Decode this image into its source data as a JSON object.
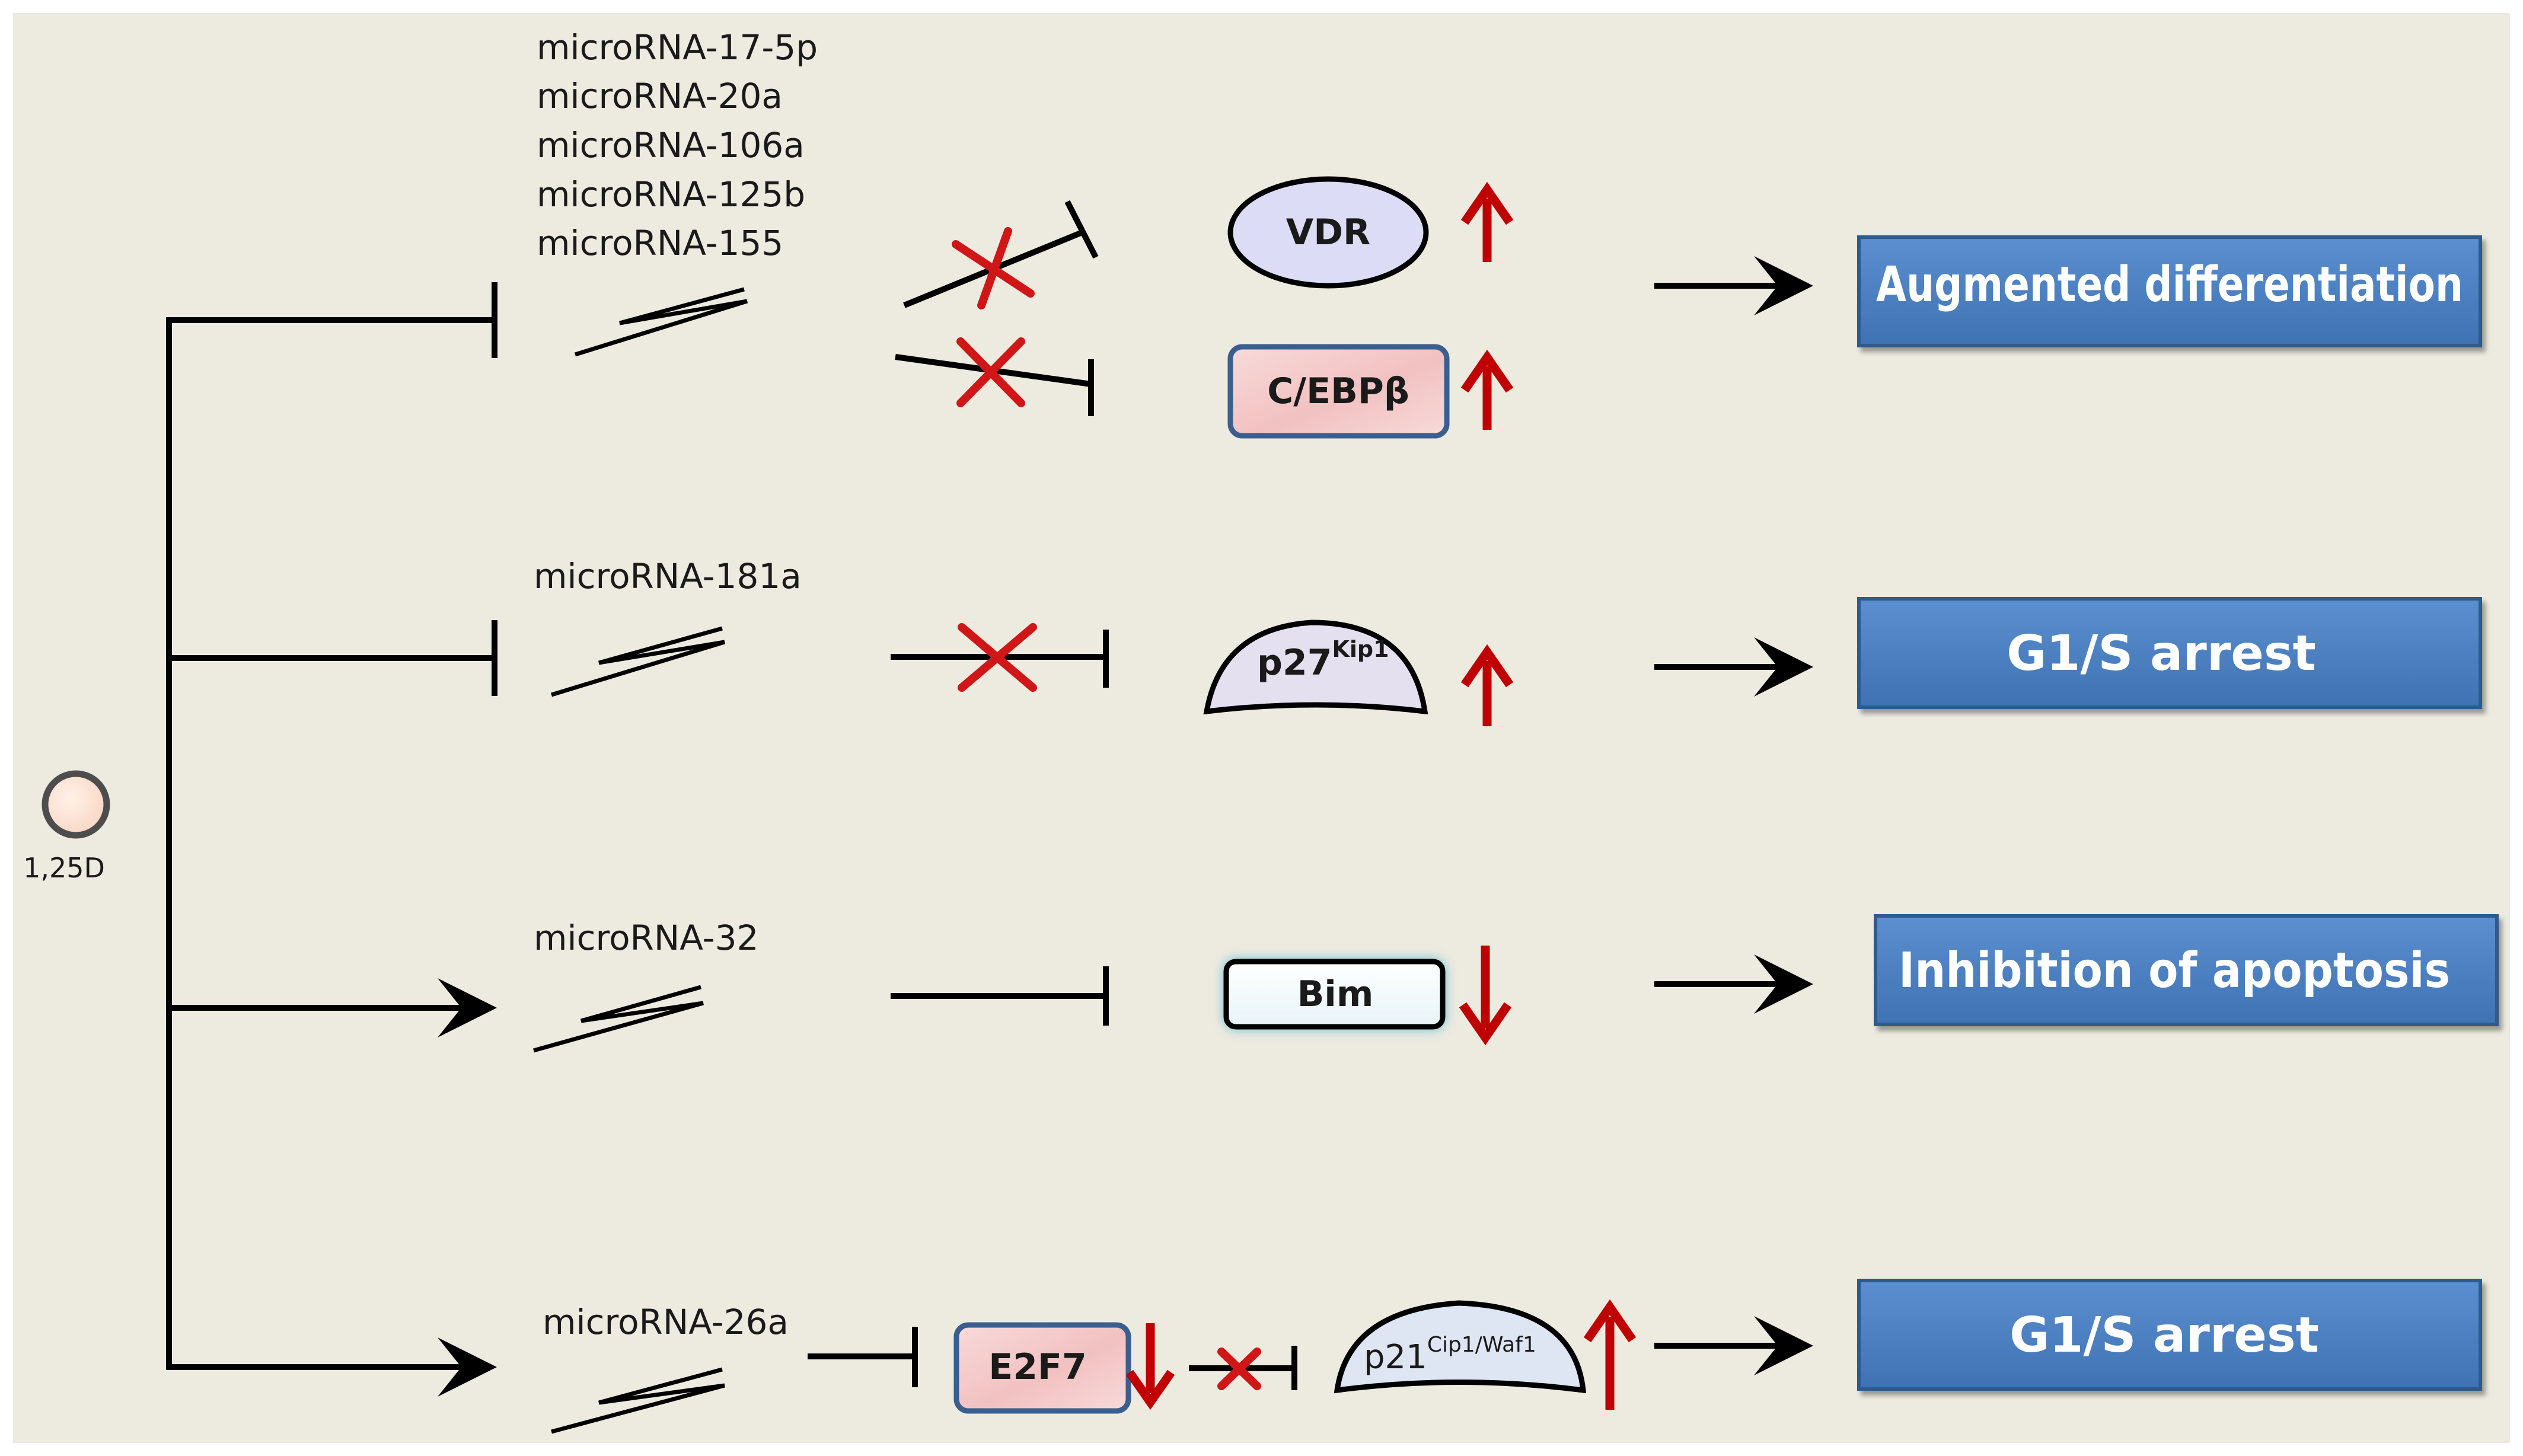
{
  "ligand": {
    "label": "1,25D"
  },
  "rows": [
    {
      "mirnas": [
        "microRNA-17-5p",
        "microRNA-20a",
        "microRNA-106a",
        "microRNA-125b",
        "microRNA-155"
      ],
      "targets": [
        "VDR",
        "C/EBPβ"
      ],
      "outcome": "Augmented differentiation"
    },
    {
      "mirnas": [
        "microRNA-181a"
      ],
      "target_base": "p27",
      "target_sup": "Kip1",
      "outcome": "G1/S arrest"
    },
    {
      "mirnas": [
        "microRNA-32"
      ],
      "target": "Bim",
      "outcome": "Inhibition of apoptosis"
    },
    {
      "mirnas": [
        "microRNA-26a"
      ],
      "target1": "E2F7",
      "target2_base": "p21",
      "target2_sup": "Cip1/Waf1",
      "outcome": "G1/S arrest"
    }
  ],
  "colors": {
    "background": "#edeae0",
    "outcome_box": "#4a7ebf",
    "outcome_border": "#2f5a8e",
    "up_arrow": "#c00000",
    "inhibited_cross": "#d01616",
    "ligand_fill": "#fde0d0",
    "vdr_fill": "#dcdcf7",
    "cebp_fill": "#f4c8c8",
    "p27_fill": "#e4e0f0",
    "bim_glow": "#74c7d6",
    "e2f7_fill": "#f4c8c8",
    "p21_fill": "#dde6f2"
  },
  "icons": [
    "mirna-squiggle-icon",
    "up-arrow-icon",
    "down-arrow-icon",
    "inhibition-cross-icon",
    "activation-arrow-icon",
    "inhibition-bar-icon"
  ]
}
